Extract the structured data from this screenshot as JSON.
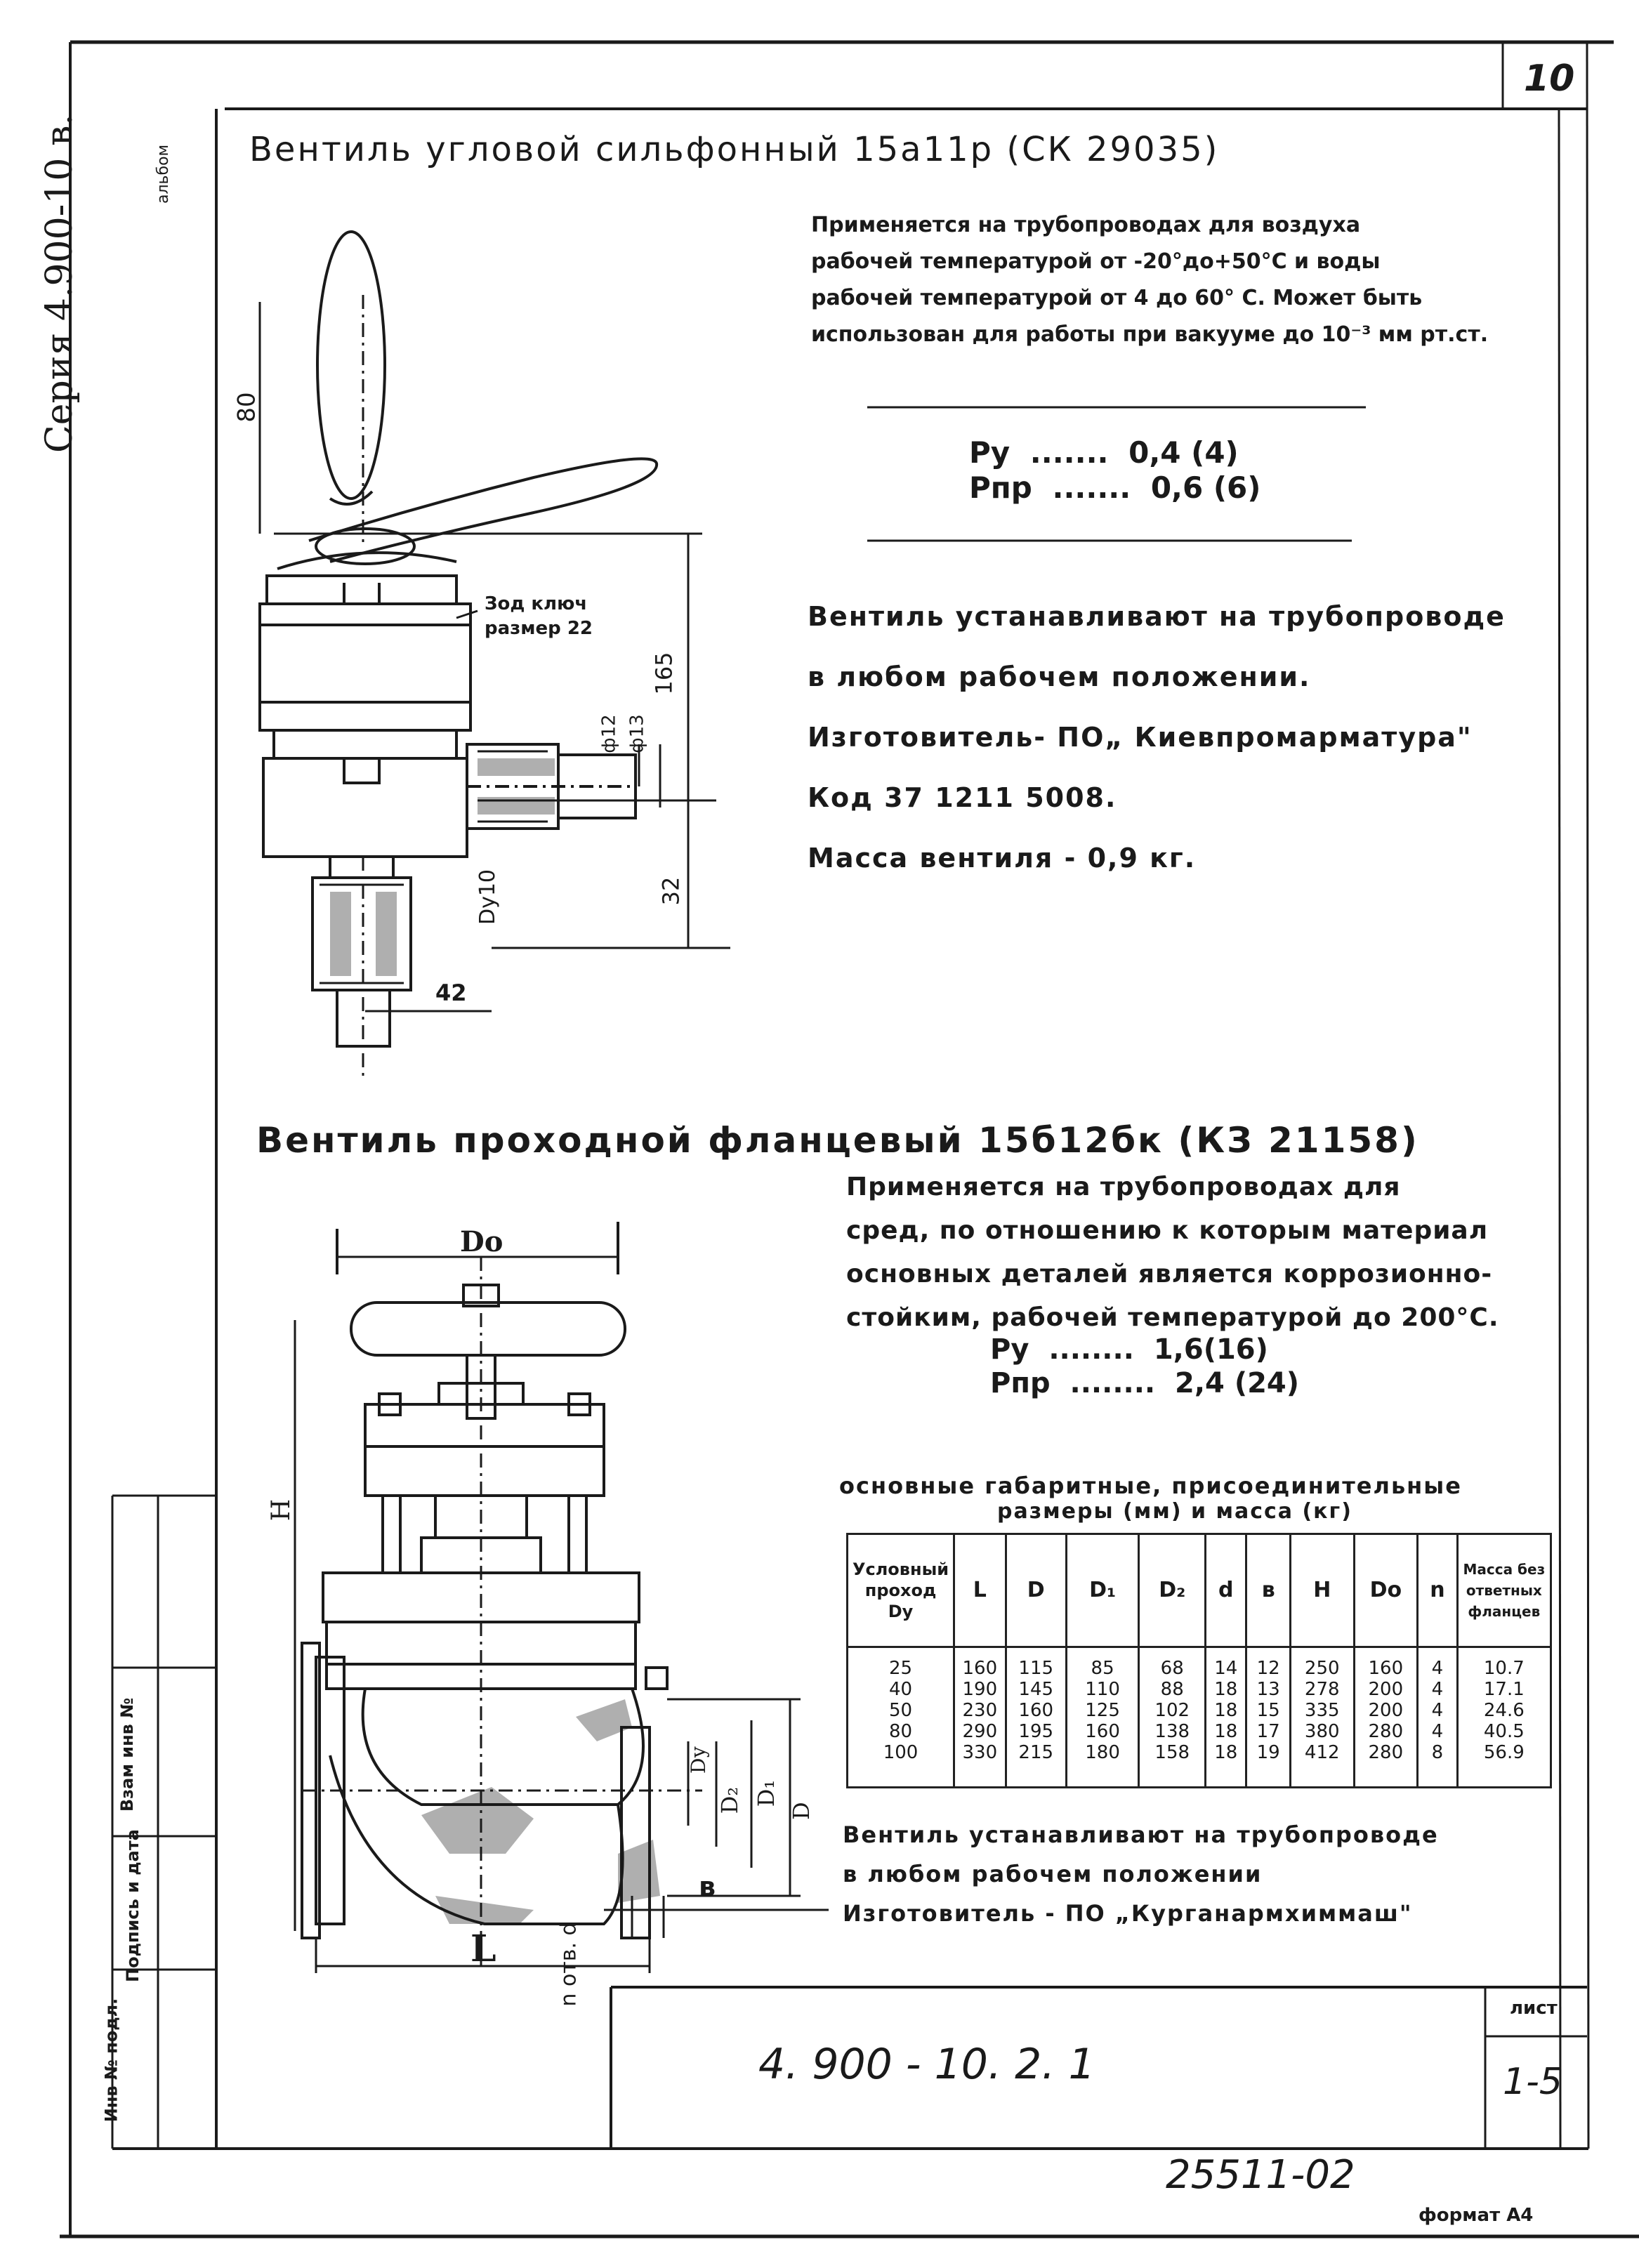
{
  "sheet_corner_number": "10",
  "side_series": "Серия 4.900-10 в.",
  "side_album": "альбом",
  "valve1": {
    "title": "Вентиль угловой сильфонный 15а11р (СК 29035)",
    "desc": [
      "Применяется на трубопроводах для воздуха",
      "рабочей температурой от -20°до+50°С и воды",
      "рабочей температурой от 4 до 60° С. Может быть",
      "использован для работы при вакууме до 10⁻³ мм рт.ст."
    ],
    "py_label": "Ру",
    "py_dots": ".......",
    "py_value": "0,4 (4)",
    "ppr_label": "Рпр",
    "ppr_dots": ".......",
    "ppr_value": "0,6 (6)",
    "install_lines": [
      "Вентиль устанавливают на трубопроводе",
      "в любом рабочем положении.",
      "Изготовитель- ПО„ Киевпромарматура\"",
      "Код  37   1211  5008.",
      "Масса  вентиля - 0,9 кг."
    ],
    "drawing_labels": {
      "dim_80": "80",
      "key_size": "Зод ключ",
      "key_size2": "размер 22",
      "dim_165": "165",
      "dim_phi12": "ф12",
      "dim_phi13": "ф13",
      "dy10": "Dу10",
      "dim_32": "32",
      "dim_42": "42"
    }
  },
  "valve2": {
    "title": "Вентиль проходной фланцевый 15б12бк (КЗ 21158)",
    "desc": [
      "Применяется на трубопроводах для",
      "сред, по отношению к которым материал",
      "основных деталей является коррозионно-",
      "стойким, рабочей температурой до 200°С."
    ],
    "py_label": "Ру",
    "py_dots": "........",
    "py_value": "1,6(16)",
    "ppr_label": "Рпр",
    "ppr_dots": "........",
    "ppr_value": "2,4 (24)",
    "table_title_1": "основные габаритные, присоединительные",
    "table_title_2": "размеры (мм) и масса (кг)",
    "table": {
      "headers": [
        "Условный проход Dу",
        "L",
        "D",
        "D₁",
        "D₂",
        "d",
        "в",
        "H",
        "Dо",
        "n",
        "Масса без ответных фланцев"
      ],
      "columns": [
        [
          "25",
          "40",
          "50",
          "80",
          "100"
        ],
        [
          "160",
          "190",
          "230",
          "290",
          "330"
        ],
        [
          "115",
          "145",
          "160",
          "195",
          "215"
        ],
        [
          "85",
          "110",
          "125",
          "160",
          "180"
        ],
        [
          "68",
          "88",
          "102",
          "138",
          "158"
        ],
        [
          "14",
          "18",
          "18",
          "18",
          "18"
        ],
        [
          "12",
          "13",
          "15",
          "17",
          "19"
        ],
        [
          "250",
          "278",
          "335",
          "380",
          "412"
        ],
        [
          "160",
          "200",
          "200",
          "280",
          "280"
        ],
        [
          "4",
          "4",
          "4",
          "4",
          "8"
        ],
        [
          "10.7",
          "17.1",
          "24.6",
          "40.5",
          "56.9"
        ]
      ]
    },
    "install_lines": [
      "Вентиль устанавливают на трубопроводе",
      "в любом  рабочем положении",
      "Изготовитель - ПО „Курганармхиммаш\""
    ],
    "drawing_labels": {
      "do": "Dо",
      "h": "H",
      "dy": "Dу",
      "d2": "D₂",
      "d1": "D₁",
      "d": "D",
      "otv": "n отв. d",
      "b": "в",
      "l": "L"
    }
  },
  "left_stamp": [
    "Инв № подл.",
    "Подпись и дата",
    "Взам инв №"
  ],
  "title_block": {
    "doc_number": "4. 900 - 10. 2. 1",
    "sheet_label": "лист",
    "sheet_value": "1-5"
  },
  "footer_number": "25511-02",
  "format_label": "формат А4"
}
